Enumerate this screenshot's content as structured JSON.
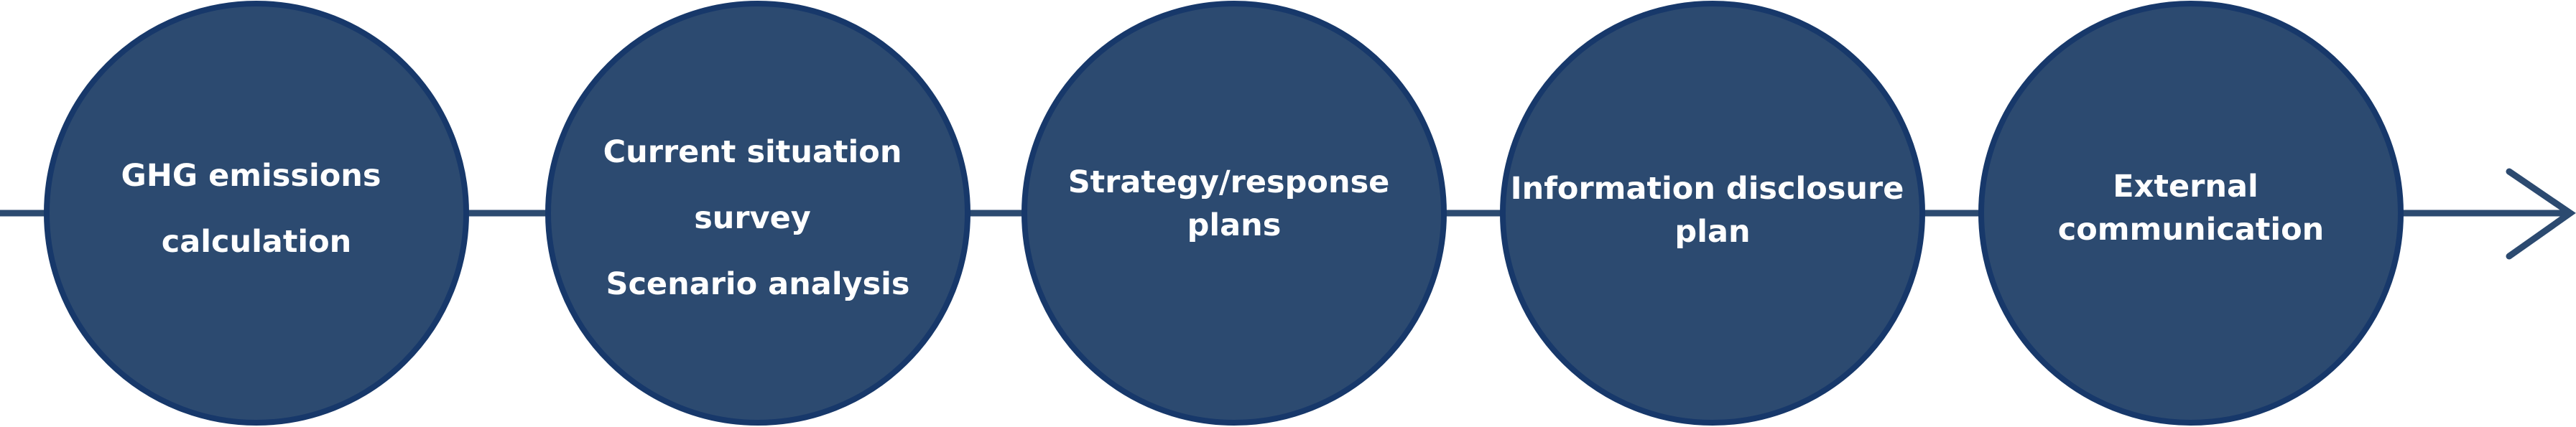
{
  "process": {
    "colors": {
      "circle_fill": "#2c4a70",
      "circle_border": "#17386a",
      "line": "#2c4a70",
      "text": "#ffffff"
    },
    "steps": [
      {
        "id": "ghg-emissions-calculation",
        "lines": [
          "GHG emissions",
          "calculation"
        ]
      },
      {
        "id": "current-situation-scenario-analysis",
        "lines": [
          "Current situation",
          "survey",
          "Scenario analysis"
        ]
      },
      {
        "id": "strategy-response-plans",
        "lines": [
          "Strategy/response",
          "plans"
        ]
      },
      {
        "id": "information-disclosure-plan",
        "lines": [
          "Information disclosure",
          "plan"
        ]
      },
      {
        "id": "external-communication",
        "lines": [
          "External",
          "communication"
        ]
      }
    ]
  }
}
